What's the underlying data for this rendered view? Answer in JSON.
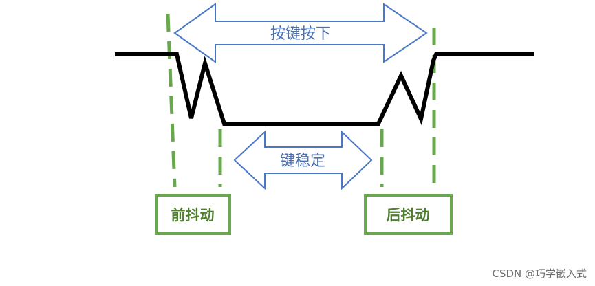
{
  "labels": {
    "press_span": "按键按下",
    "stable_span": "键稳定",
    "front_bounce": "前抖动",
    "rear_bounce": "后抖动"
  },
  "watermark": "CSDN @巧学嵌入式",
  "colors": {
    "signal": "#000000",
    "arrow_stroke": "#4a78c6",
    "arrow_fill": "#ffffff",
    "arrow_text": "#4a6fb3",
    "marker": "#6aa84f",
    "box_border": "#6aa84f",
    "box_text": "#4f7f2f"
  }
}
